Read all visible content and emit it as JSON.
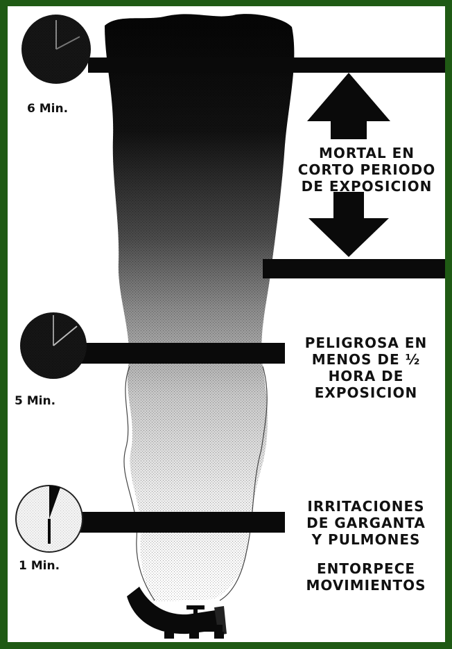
{
  "clocks": [
    {
      "id": "clock-6",
      "label": "6 Min."
    },
    {
      "id": "clock-5",
      "label": "5 Min."
    },
    {
      "id": "clock-1",
      "label": "1 Min."
    }
  ],
  "labels": {
    "mortal": [
      "MORTAL EN",
      "CORTO PERIODO",
      "DE EXPOSICION"
    ],
    "peligrosa": [
      "PELIGROSA EN",
      "MENOS DE ½",
      "HORA DE",
      "EXPOSICION"
    ],
    "irritaciones": [
      "IRRITACIONES",
      "DE GARGANTA",
      "Y PULMONES"
    ],
    "entorpece": [
      "ENTORPECE",
      "MOVIMIENTOS"
    ]
  },
  "colors": {
    "background": "#1f5a14",
    "ink": "#0a0a0a",
    "paper": "#ffffff"
  }
}
